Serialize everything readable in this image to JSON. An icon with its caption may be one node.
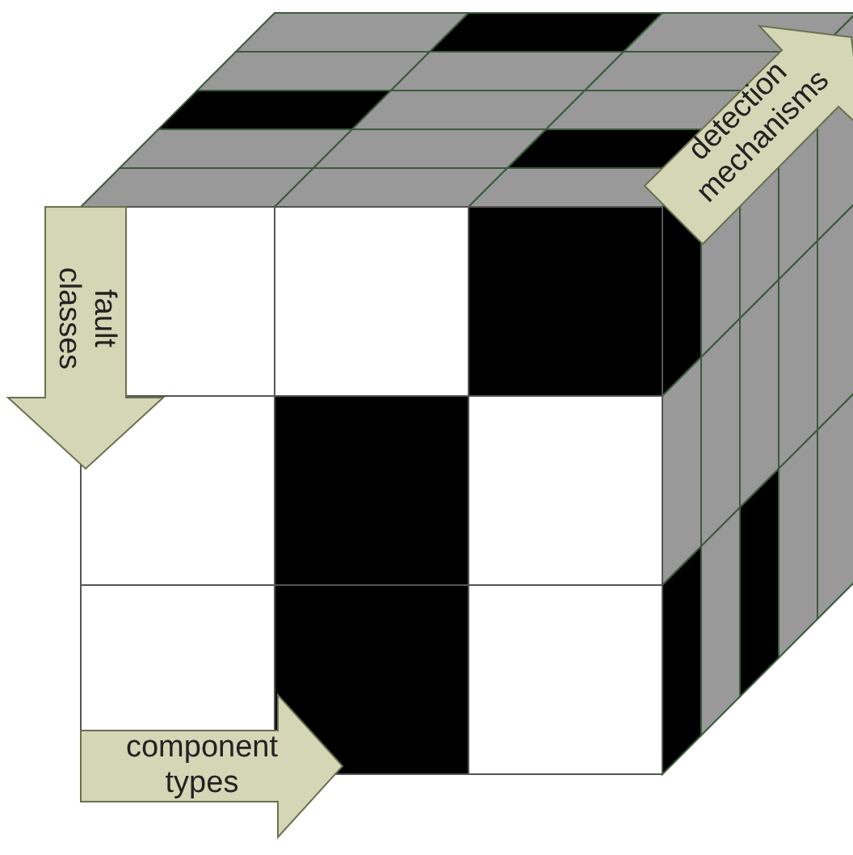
{
  "diagram": {
    "labels": [
      "fault classes",
      "component types",
      "detection mechanisms"
    ]
  }
}
